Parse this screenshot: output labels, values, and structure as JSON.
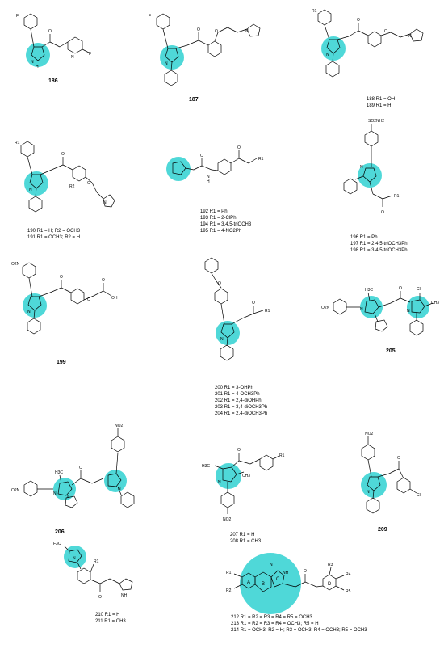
{
  "compounds": {
    "c186": "186",
    "c187": "187",
    "c188": "188",
    "c190": "190",
    "c192": "192",
    "c196": "196",
    "c199": "199",
    "c200": "200",
    "c205": "205",
    "c206": "206",
    "c207": "207",
    "c209": "209",
    "c210": "210"
  },
  "legends": {
    "g188": [
      "188 R1 = OH",
      "189 R1 = H"
    ],
    "g190": [
      "190 R1 = H; R2 = OCH3",
      "191 R1 = OCH3; R2 = H"
    ],
    "g192": [
      "192 R1 = Ph",
      "193 R1 = 2-ClPh",
      "194 R1 = 3,4,5-triOCH3",
      "195 R1 = 4-NO2Ph"
    ],
    "g196": [
      "196 R1 = Ph",
      "197 R1 = 2,4,5-triOCH3Ph",
      "198 R1 = 3,4,5-triOCH3Ph"
    ],
    "g200": [
      "200 R1 = 3-OHPh",
      "201 R1 = 4-OCH3Ph",
      "202 R1 = 2,4-diOHPh",
      "203 R1 = 3,4-diOCH3Ph",
      "204 R1 = 2,4-diOCH3Ph"
    ],
    "g207": [
      "207 R1 = H",
      "208 R1 = CH3"
    ],
    "g210": [
      "210 R1 = H",
      "211 R1 = CH3"
    ],
    "g212": [
      "212 R1 = R2 = R3 = R4 = R5 = OCH3",
      "213 R1 = R2 = R3 = R4 = OCH3; R5 = H",
      "214 R1 = OCH3; R2 = H; R3 = OCH3; R4 = OCH3; R5 = OCH3"
    ]
  },
  "atoms": {
    "F": "F",
    "N": "N",
    "NH": "NH",
    "H": "H",
    "O": "O",
    "R1": "R1",
    "R2": "R2",
    "R3": "R3",
    "R4": "R4",
    "R5": "R5",
    "OH": "OH",
    "SO2NH2": "SO2NH2",
    "O2N": "O2N",
    "NO2": "NO2",
    "Cl": "Cl",
    "CH3": "CH3",
    "H3C": "H3C",
    "F3C": "F3C",
    "A": "A",
    "B": "B",
    "C": "C",
    "D": "D"
  },
  "colors": {
    "highlight": "#4fd8d8",
    "line": "#000000"
  }
}
